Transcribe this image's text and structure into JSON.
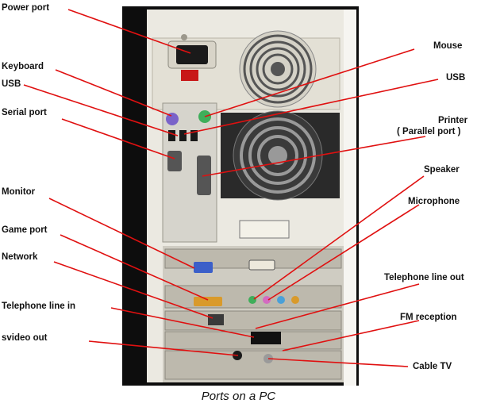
{
  "labels": {
    "power_port": "Power port",
    "keyboard": "Keyboard",
    "usb_left": "USB",
    "serial_port": "Serial port",
    "monitor": "Monitor",
    "game_port": "Game port",
    "network": "Network",
    "telephone_line_in": "Telephone line in",
    "svideo_out": "svideo out",
    "mouse": "Mouse",
    "usb_right": "USB",
    "printer_line1": "Printer",
    "printer_line2": "( Parallel port )",
    "speaker": "Speaker",
    "microphone": "Microphone",
    "telephone_line_out": "Telephone line out",
    "fm_reception": "FM reception",
    "cable_tv": "Cable TV"
  },
  "caption": "Ports on a PC",
  "colors": {
    "leader_line": "#e01010",
    "case_body": "#e9e7df",
    "case_dark": "#111111",
    "keyboard_port": "#7a63c9",
    "mouse_port": "#3fae5a",
    "monitor_port": "#3b5fc9",
    "game_port": "#d99a2b",
    "speaker_port": "#3fae5a",
    "microphone_port": "#d36bc1",
    "line_in_port": "#4aa0d8"
  }
}
